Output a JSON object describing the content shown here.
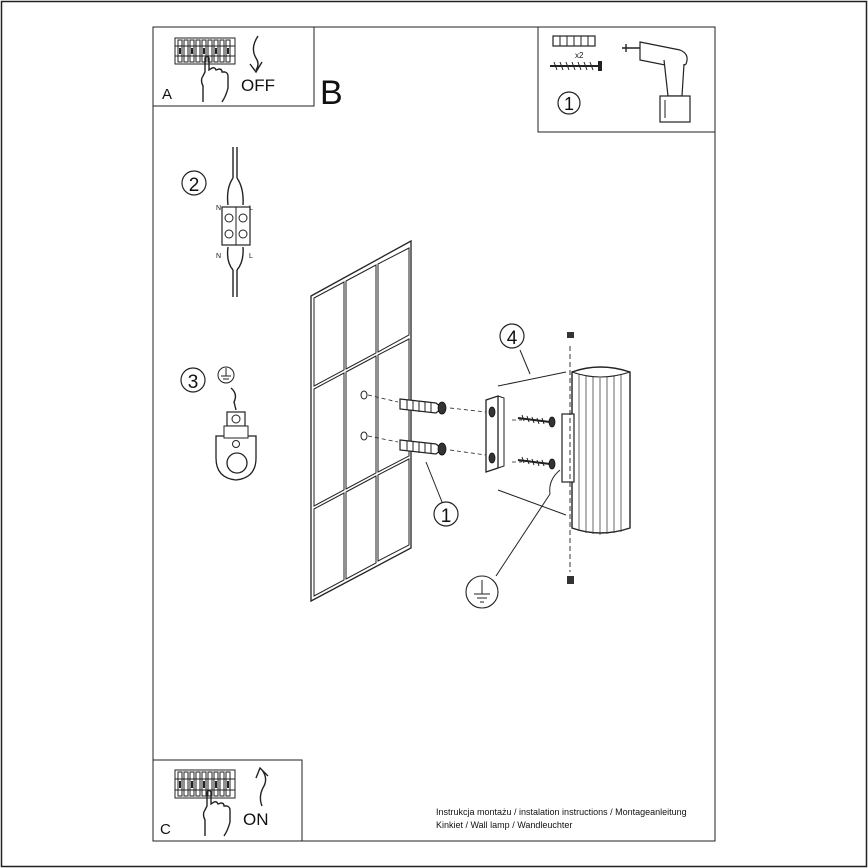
{
  "panel_a": {
    "letter": "A",
    "action": "OFF"
  },
  "panel_b": {
    "letter": "B"
  },
  "panel_c": {
    "letter": "C",
    "action": "ON"
  },
  "tools": {
    "step": "1",
    "quantity": "x2"
  },
  "steps": {
    "wiring": "2",
    "ground": "3",
    "anchors": "1",
    "bracket": "4"
  },
  "wiring_labels": {
    "neutral": "N",
    "live": "L"
  },
  "icons": [
    "circuit-breaker-icon",
    "hand-icon",
    "arrow-down-icon",
    "arrow-up-icon",
    "wall-plug-icon",
    "screw-icon",
    "drill-icon",
    "terminal-block-icon",
    "ground-symbol-icon",
    "ground-terminal-icon",
    "wall-tile-icon",
    "wall-lamp-icon",
    "mounting-bracket-icon"
  ],
  "footer": {
    "line1": "Instrukcja montażu / instalation instructions / Montageanleitung",
    "line2": "Kinkiet / Wall lamp / Wandleuchter"
  }
}
